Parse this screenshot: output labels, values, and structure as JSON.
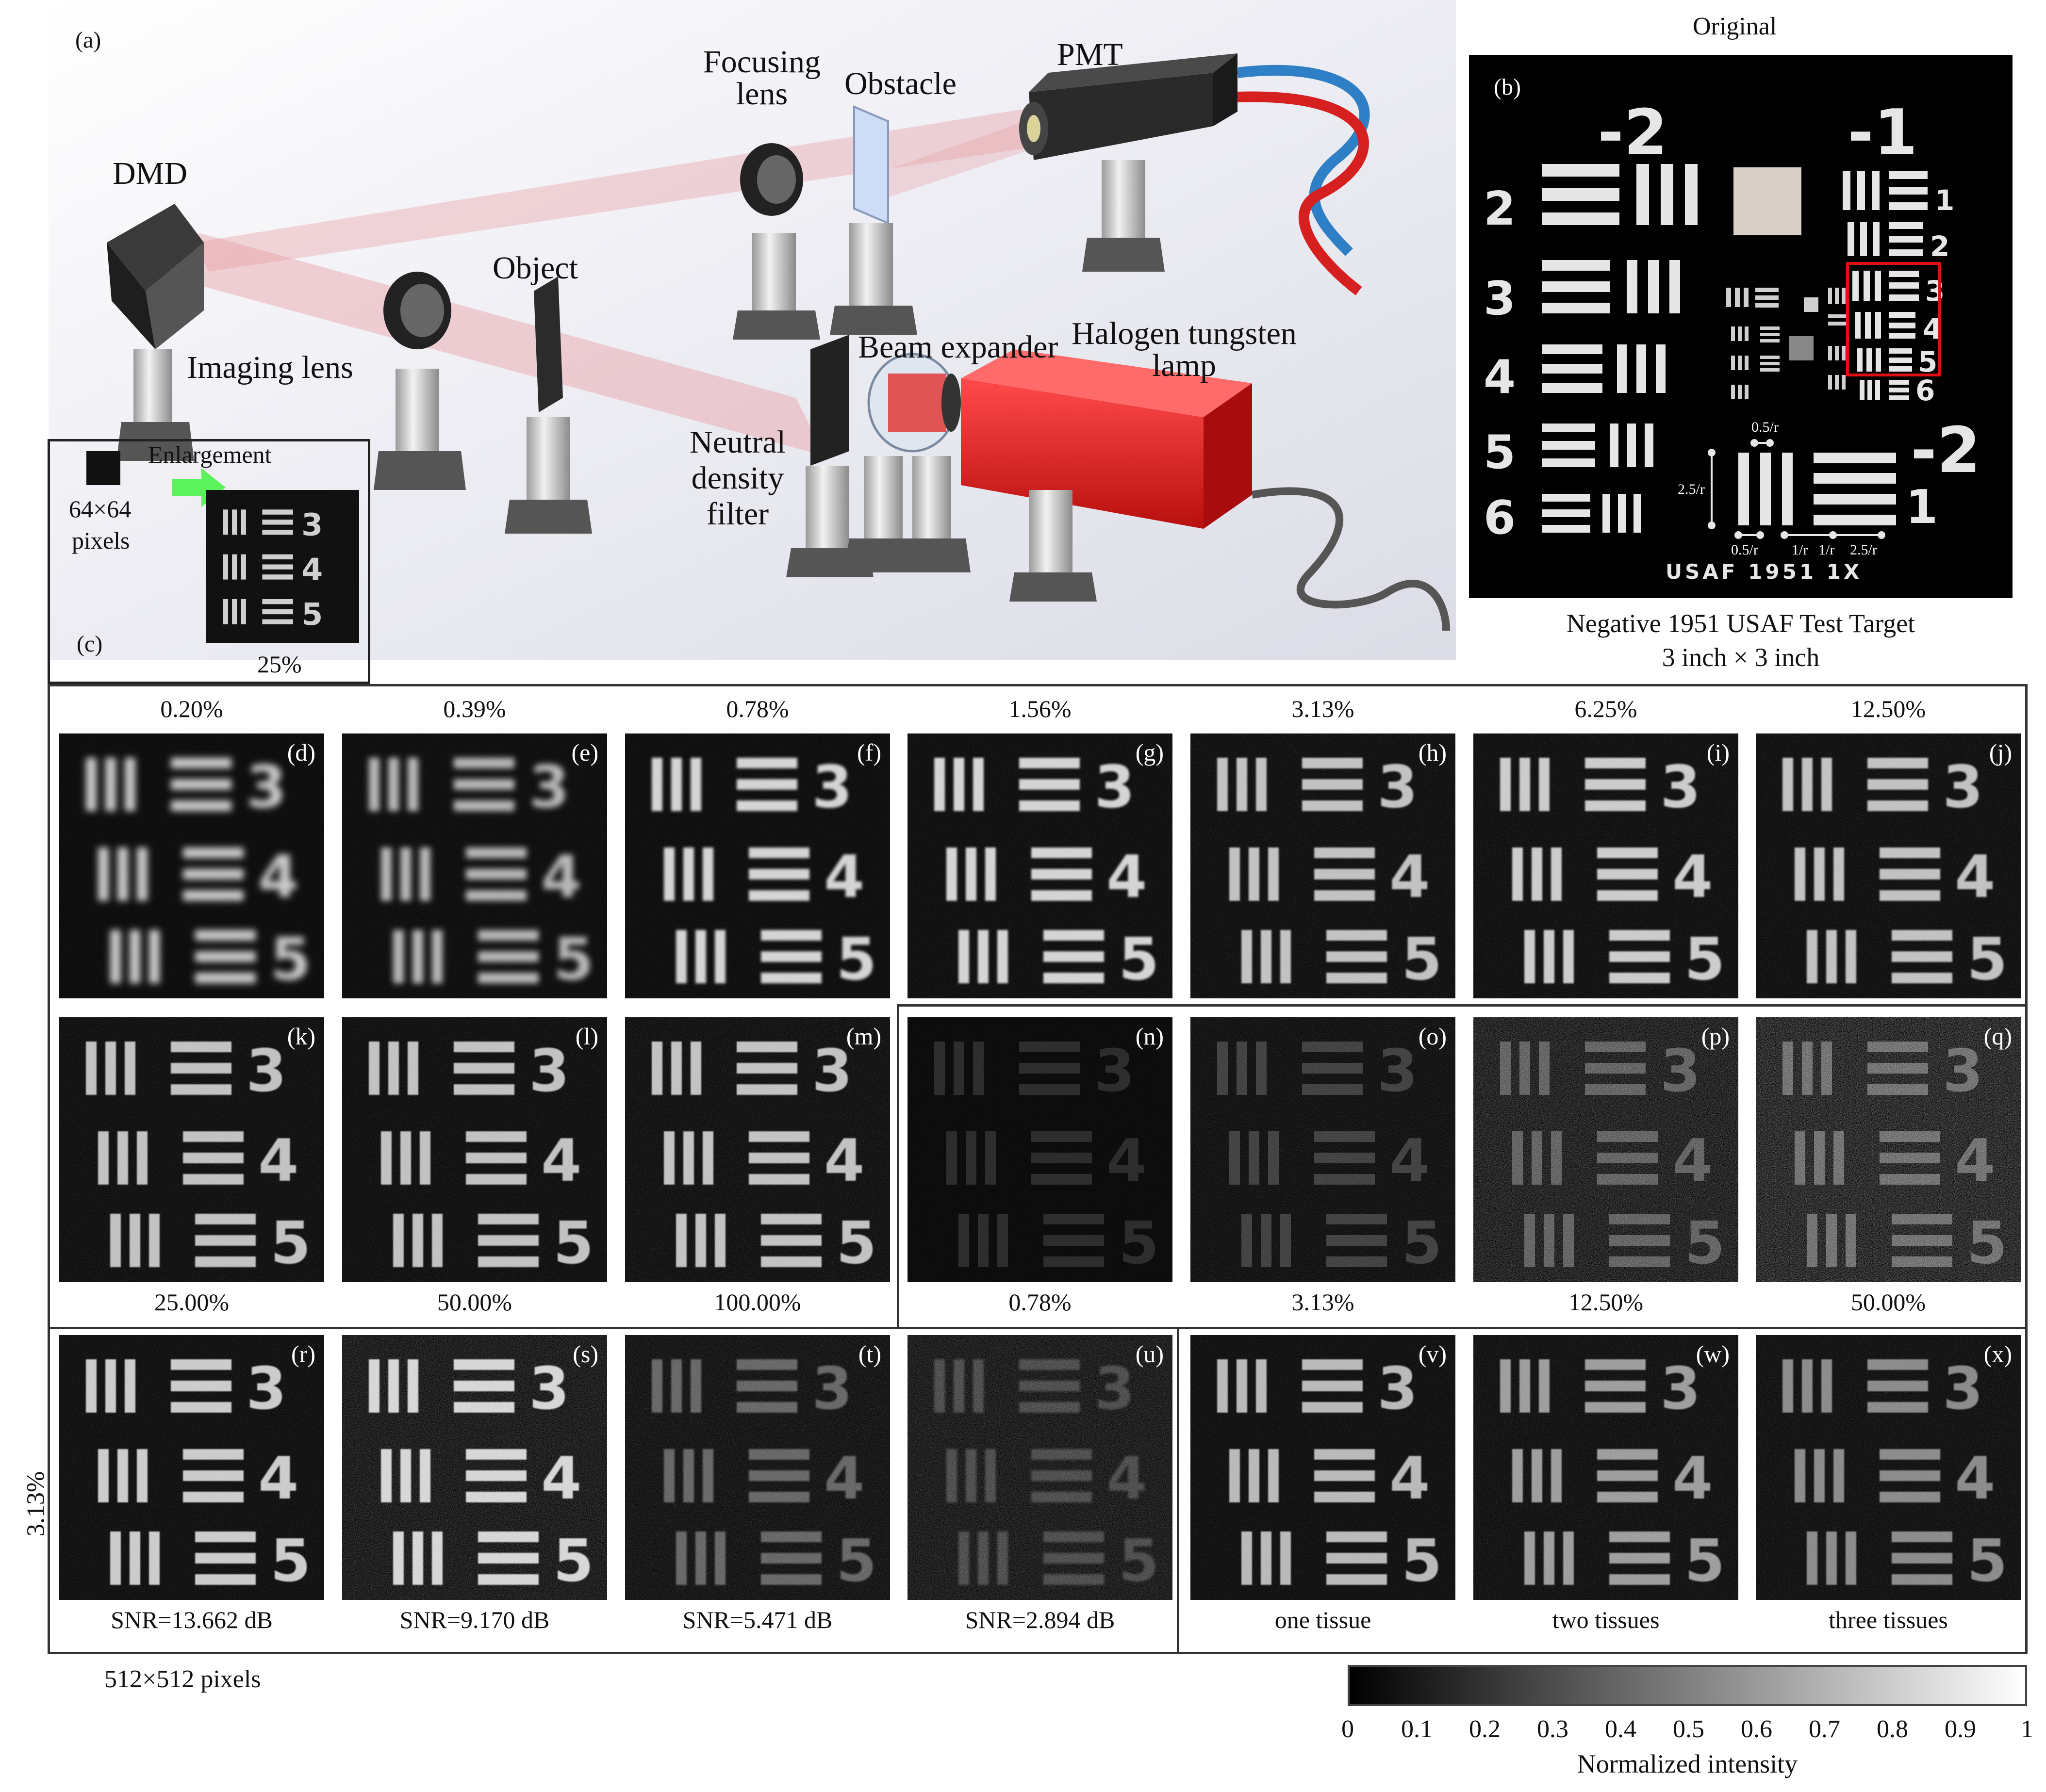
{
  "panel_a": {
    "tag": "(a)",
    "labels": {
      "dmd": "DMD",
      "focusing_lens": "Focusing lens",
      "obstacle": "Obstacle",
      "pmt": "PMT",
      "object": "Object",
      "imaging_lens": "Imaging lens",
      "beam_expander": "Beam expander",
      "halogen_lamp": "Halogen tungsten lamp",
      "nd_filter": "Neutral density filter"
    }
  },
  "panel_b": {
    "title": "Original",
    "tag": "(b)",
    "caption_line1": "Negative 1951 USAF Test Target",
    "caption_line2": "3 inch × 3 inch",
    "target": {
      "group_big_left": "-2",
      "group_big_right": "-1",
      "group_bottom_right": "-2",
      "left_elements": [
        "2",
        "3",
        "4",
        "5",
        "6"
      ],
      "right_elements": [
        "1",
        "2",
        "3",
        "4",
        "5",
        "6"
      ],
      "bottom_element": "1",
      "dims": [
        "0.5/r",
        "2.5/r",
        "0.5/r",
        "1/r",
        "1/r",
        "2.5/r"
      ],
      "usaf_text": "USAF 1951 1X"
    }
  },
  "panel_c": {
    "tag": "(c)",
    "enlargement": "Enlargement",
    "pixels_line1": "64×64",
    "pixels_line2": "pixels",
    "ratio": "25%",
    "digits": [
      "3",
      "4",
      "5"
    ]
  },
  "row1": {
    "ratios": [
      "0.20%",
      "0.39%",
      "0.78%",
      "1.56%",
      "3.13%",
      "6.25%",
      "12.50%"
    ],
    "tags": [
      "(d)",
      "(e)",
      "(f)",
      "(g)",
      "(h)",
      "(i)",
      "(j)"
    ]
  },
  "row2": {
    "ratios": [
      "25.00%",
      "50.00%",
      "100.00%",
      "0.78%",
      "3.13%",
      "12.50%",
      "50.00%"
    ],
    "tags": [
      "(k)",
      "(l)",
      "(m)",
      "(n)",
      "(o)",
      "(p)",
      "(q)"
    ]
  },
  "row3": {
    "captions": [
      "SNR=13.662 dB",
      "SNR=9.170 dB",
      "SNR=5.471 dB",
      "SNR=2.894 dB",
      "one tissue",
      "two tissues",
      "three tissues"
    ],
    "tags": [
      "(r)",
      "(s)",
      "(t)",
      "(u)",
      "(v)",
      "(w)",
      "(x)"
    ],
    "side_label": "3.13%"
  },
  "footer": {
    "pixels": "512×512 pixels"
  },
  "colorbar": {
    "ticks": [
      "0",
      "0.1",
      "0.2",
      "0.3",
      "0.4",
      "0.5",
      "0.6",
      "0.7",
      "0.8",
      "0.9",
      "1"
    ],
    "label": "Normalized intensity"
  },
  "digits": [
    "3",
    "4",
    "5"
  ]
}
